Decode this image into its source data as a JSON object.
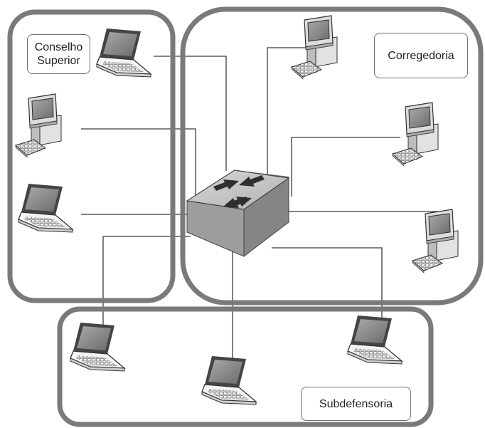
{
  "zones": {
    "conselho": {
      "label": "Conselho\nSuperior"
    },
    "corregedoria": {
      "label": "Corregedoria"
    },
    "subdefensoria": {
      "label": "Subdefensoria"
    }
  },
  "colors": {
    "zone_border": "#7a7a7a",
    "link": "#3a3a3a",
    "device_dark": "#3d3d3d",
    "screen": "#8f8f8f",
    "switch_top": "#c8c8c8"
  },
  "devices": [
    {
      "id": "conselho-laptop-1",
      "kind": "laptop-icon",
      "zone": "conselho"
    },
    {
      "id": "conselho-desktop-1",
      "kind": "desktop-icon",
      "zone": "conselho"
    },
    {
      "id": "conselho-laptop-2",
      "kind": "laptop-icon",
      "zone": "conselho"
    },
    {
      "id": "corregedoria-desktop-1",
      "kind": "desktop-icon",
      "zone": "corregedoria"
    },
    {
      "id": "corregedoria-desktop-2",
      "kind": "desktop-icon",
      "zone": "corregedoria"
    },
    {
      "id": "corregedoria-desktop-3",
      "kind": "desktop-icon",
      "zone": "corregedoria"
    },
    {
      "id": "subdefensoria-laptop-1",
      "kind": "laptop-icon",
      "zone": "subdefensoria"
    },
    {
      "id": "subdefensoria-laptop-2",
      "kind": "laptop-icon",
      "zone": "subdefensoria"
    },
    {
      "id": "subdefensoria-laptop-3",
      "kind": "laptop-icon",
      "zone": "subdefensoria"
    }
  ],
  "hub": {
    "kind": "network-switch-icon"
  }
}
